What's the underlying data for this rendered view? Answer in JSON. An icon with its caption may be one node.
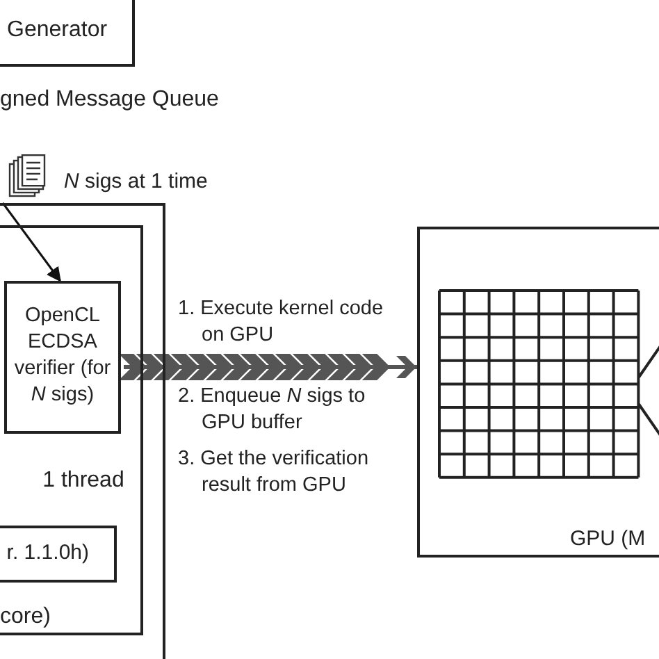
{
  "diagram": {
    "nodes": [
      {
        "text": [
          "Generator"
        ]
      },
      {
        "text": [],
        "shape": "box"
      },
      {
        "text": [
          "1 thread",
          "core)"
        ],
        "in": 1
      },
      {
        "text": [
          "OpenCL ECDSA verifier (for *N* sigs)"
        ],
        "in": 2
      },
      {
        "text": [
          "r. 1.1.0h)"
        ],
        "in": 2
      },
      {
        "text": [
          "GPU (M"
        ]
      }
    ],
    "edges": [
      {
        "from": null,
        "to": 3,
        "arrow": "to"
      },
      {
        "from": 3,
        "to": 5,
        "arrow": "to",
        "style": "thick"
      }
    ],
    "labels": [
      "gned Message Queue",
      "*N* sigs at 1 time",
      "1. Execute kernel code on GPU",
      "2. Enqueue *N* sigs to GPU buffer",
      "3. Get the verification result from GPU"
    ]
  }
}
